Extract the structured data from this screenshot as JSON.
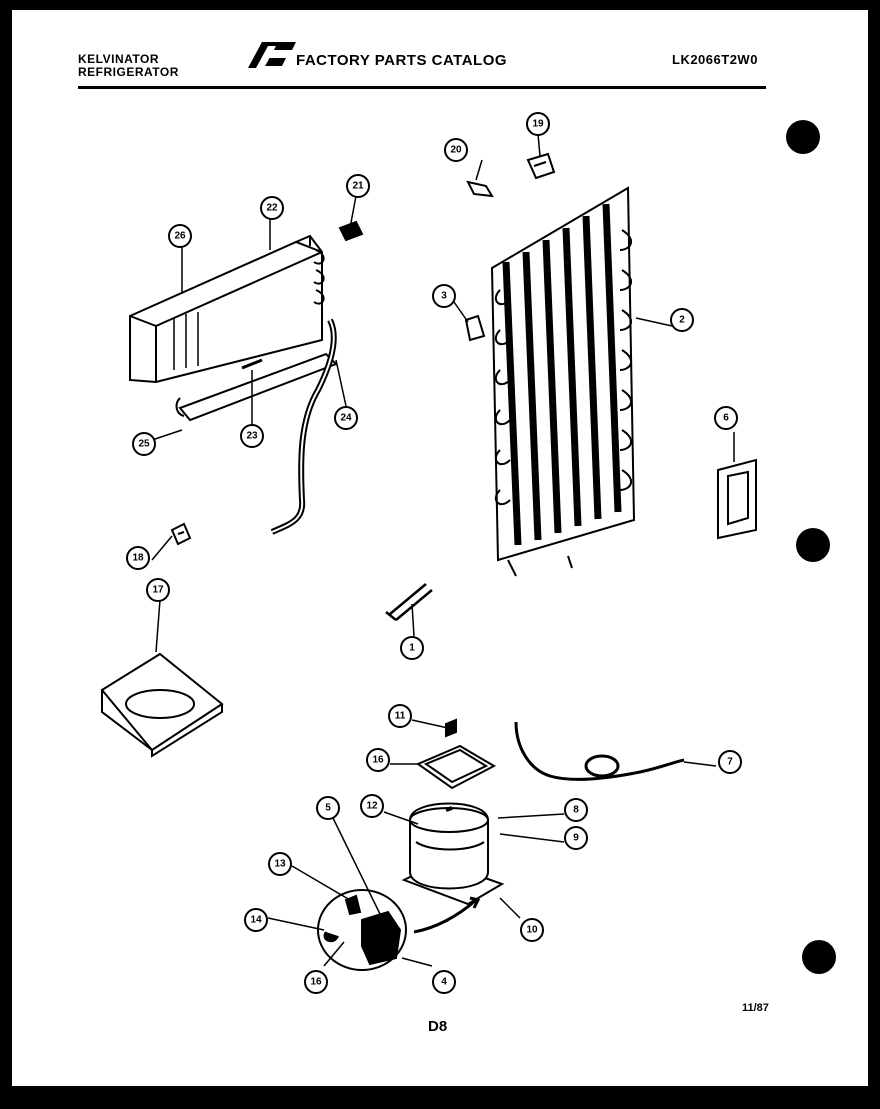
{
  "header": {
    "brand_line1": "KELVINATOR",
    "brand_line2": "REFRIGERATOR",
    "catalog_title": "FACTORY PARTS CATALOG",
    "model_number": "LK2066T2W0"
  },
  "footer": {
    "page_code": "D8",
    "date_code": "11/87"
  },
  "callouts": [
    "1",
    "2",
    "3",
    "4",
    "5",
    "6",
    "7",
    "8",
    "9",
    "10",
    "11",
    "12",
    "13",
    "14",
    "16",
    "16",
    "17",
    "18",
    "19",
    "20",
    "21",
    "22",
    "23",
    "24",
    "25",
    "26"
  ],
  "colors": {
    "ink": "#000000",
    "paper": "#ffffff"
  }
}
